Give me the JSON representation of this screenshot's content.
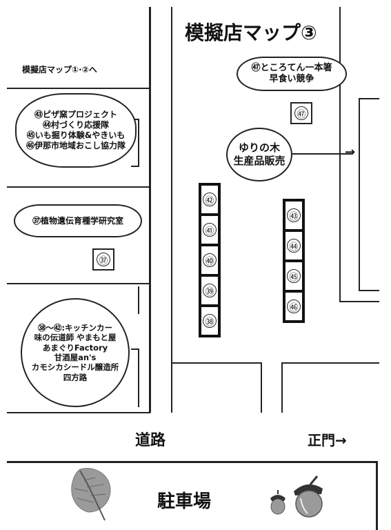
{
  "title": "模擬店マップ③",
  "back_link": "模擬店マップ①·②へ",
  "oval_top_right": [
    "㊼ところてん一本箸",
    "早食い競争"
  ],
  "oval_left_top": [
    "㊸ピザ窯プロジェクト",
    "㊹村づくり応援隊",
    "㊺いも掘り体験&やきいも",
    "㊻伊那市地域おこし協力隊"
  ],
  "oval_left_mid": [
    "㊲植物遺伝育種学研究室"
  ],
  "oval_left_bottom": [
    "㊳〜㊷:キッチンカー",
    "味の伝道師 やまもと屋",
    "あまぐりFactory",
    "甘酒屋an's",
    "カモシカシードル醸造所",
    "四方路"
  ],
  "oval_center": [
    "ゆりの木",
    "生産品販売"
  ],
  "stalls": {
    "s47": "㊼",
    "s37": "㊲"
  },
  "column_left": [
    "㊷",
    "㊶",
    "㊵",
    "㊴",
    "㊳"
  ],
  "column_right": [
    "㊸",
    "㊹",
    "㊺",
    "㊻"
  ],
  "road_label": "道路",
  "gate_label": "正門→",
  "parking_label": "駐車場",
  "arrow_glyph": "→"
}
